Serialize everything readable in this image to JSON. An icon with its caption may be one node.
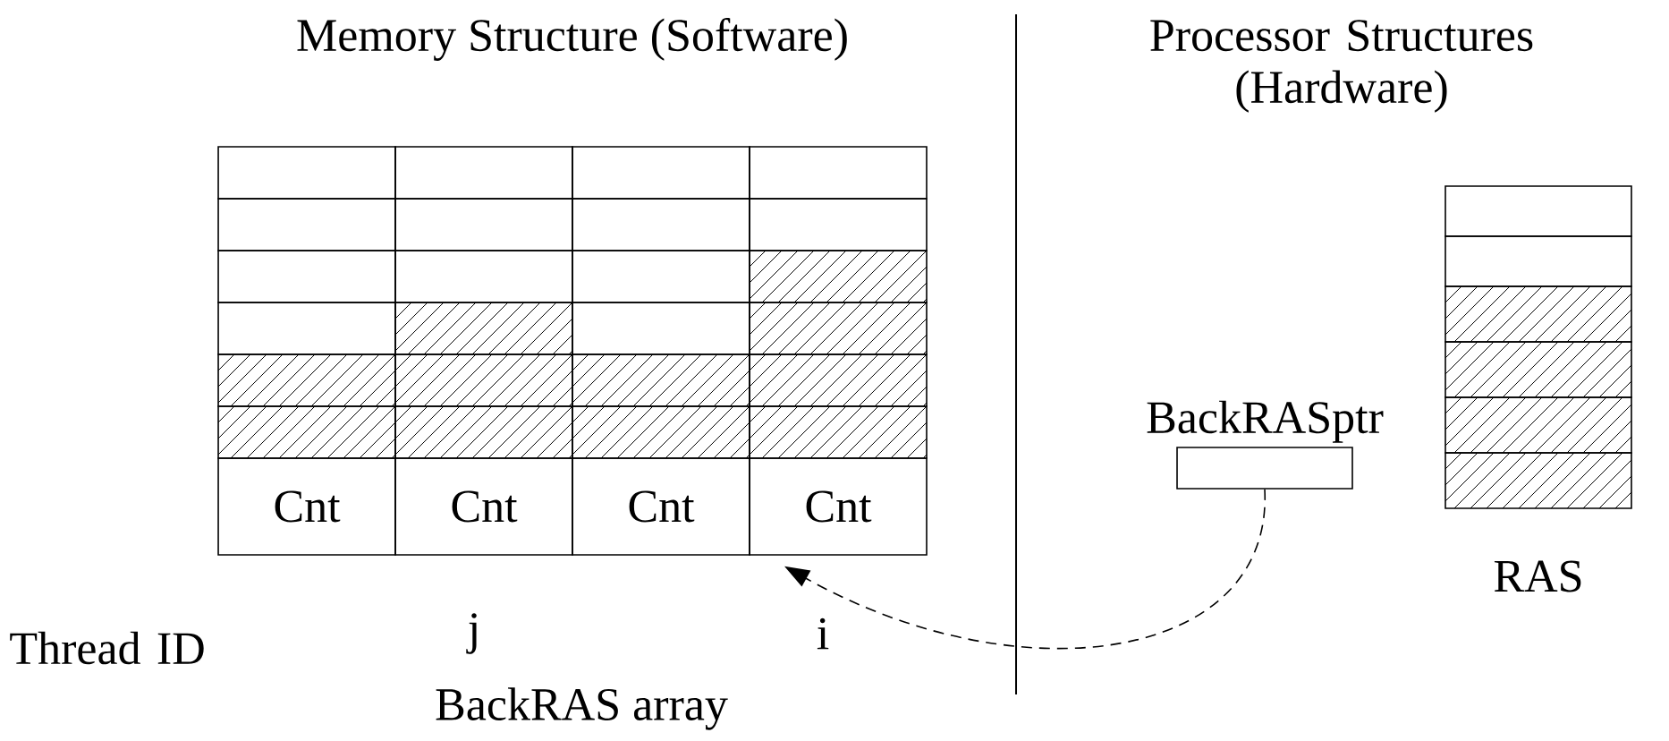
{
  "diagram": {
    "title": "Memory Structure (Software)",
    "nodes": [
      {
        "text": [
          "Cnt"
        ]
      },
      {
        "text": [
          "Cnt"
        ]
      },
      {
        "text": [
          "Cnt"
        ]
      },
      {
        "text": [
          "Cnt"
        ]
      },
      {
        "text": [
          "BackRASptr"
        ]
      }
    ],
    "edges": [
      {
        "from": 4,
        "to": 3,
        "arrow": "to",
        "style": "dashed"
      }
    ],
    "labels": [
      "Processor Structures (Hardware)",
      "Thread ID",
      "j",
      "i",
      "RAS",
      "BackRAS array"
    ]
  }
}
